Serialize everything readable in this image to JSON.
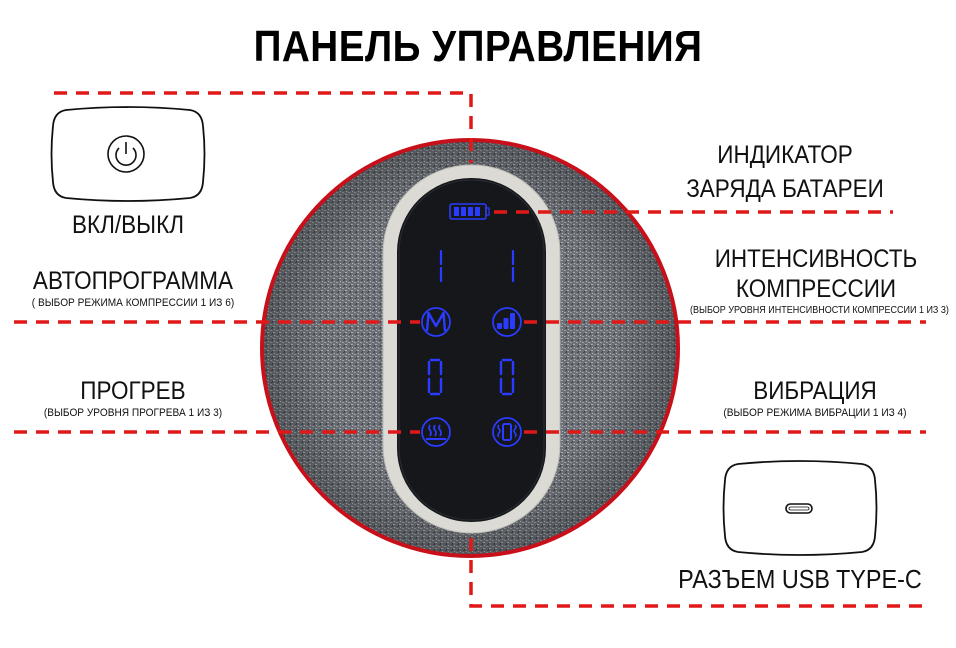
{
  "title": "ПАНЕЛЬ УПРАВЛЕНИЯ",
  "colors": {
    "accent_red": "#e01818",
    "circle_border": "#c8101a",
    "fabric": "#6b6f75",
    "bezel": "#d9d7d2",
    "screen": "#15171b",
    "led_blue": "#2a3cff"
  },
  "callouts": {
    "power": {
      "label": "ВКЛ/ВЫКЛ",
      "icon": "power-icon"
    },
    "autoprogram": {
      "label": "АВТОПРОГРАММА",
      "sub": "( ВЫБОР РЕЖИМА КОМПРЕССИИ 1 ИЗ 6)"
    },
    "heating": {
      "label": "ПРОГРЕВ",
      "sub": "(ВЫБОР  УРОВНЯ ПРОГРЕВА 1 ИЗ 3)"
    },
    "battery": {
      "label_line1": "ИНДИКАТОР",
      "label_line2": "ЗАРЯДА БАТАРЕИ"
    },
    "intensity": {
      "label_line1": "ИНТЕНСИВНОСТЬ",
      "label_line2": "КОМПРЕССИИ",
      "sub": "(ВЫБОР УРОВНЯ ИНТЕНСИВНОСТИ КОМПРЕССИИ 1 ИЗ 3)"
    },
    "vibration": {
      "label": "ВИБРАЦИЯ",
      "sub": "(ВЫБОР РЕЖИМА ВИБРАЦИИ 1 ИЗ 4)"
    },
    "usb": {
      "label": "РАЗЪЕМ USB TYPE-C",
      "icon": "usb-c-port-icon"
    }
  },
  "panel": {
    "battery_bars": 4,
    "display_top_left": "1",
    "display_top_right": "1",
    "display_bottom_left": "0",
    "display_bottom_right": "0",
    "buttons": [
      {
        "name": "mode-button",
        "glyph": "M"
      },
      {
        "name": "intensity-button",
        "icon": "signal-bars-icon"
      },
      {
        "name": "heat-button",
        "icon": "heat-waves-icon"
      },
      {
        "name": "vibration-button",
        "icon": "vibration-icon"
      }
    ]
  }
}
